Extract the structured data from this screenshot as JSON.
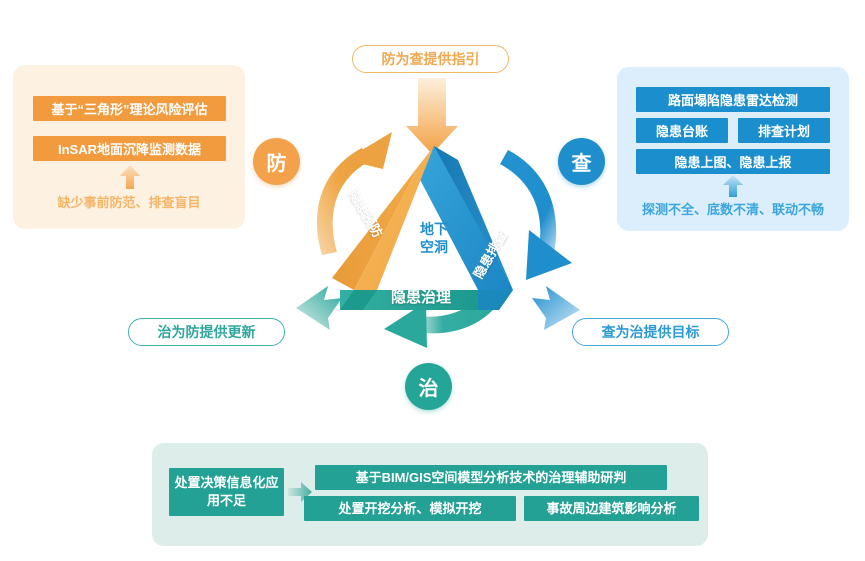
{
  "diagram": {
    "title_center": "地下空洞",
    "triangle": {
      "prevent_side": "隐患预防",
      "inspect_side": "隐患排查",
      "govern_side": "隐患治理",
      "center_line1": "地下",
      "center_line2": "空洞",
      "colors": {
        "prevent": "#f5a83f",
        "inspect": "#1b8ecd",
        "govern": "#23a195"
      }
    },
    "badges": {
      "prevent": "防",
      "inspect": "查",
      "govern": "治"
    },
    "relations": {
      "prevent_to_inspect": "防为查提供指引",
      "govern_to_prevent": "治为防提供更新",
      "inspect_to_govern": "查为治提供目标"
    },
    "panels": {
      "prevent": {
        "items": [
          "基于“三角形”理论风险评估",
          "InSAR地面沉降监测数据"
        ],
        "gap_text": "缺少事前防范、排查盲目",
        "bg": "#fdf1e2",
        "accent": "#f29a3e"
      },
      "inspect": {
        "items_full": [
          "路面塌陷隐患雷达检测",
          "隐患上图、隐患上报"
        ],
        "items_half": [
          "隐患台账",
          "排查计划"
        ],
        "gap_text": "探测不全、底数不清、联动不畅",
        "bg": "#dceefb",
        "accent": "#1b8ecd"
      },
      "govern": {
        "gap_text": "处置决策信息化应用不足",
        "items": [
          "基于BIM/GIS空间模型分析技术的治理辅助研判",
          "处置开挖分析、模拟开挖",
          "事故周边建筑影响分析"
        ],
        "bg": "#ddeeea",
        "accent": "#23a195"
      }
    },
    "icons": {
      "arrow_up_prevent": "arrow-up-icon",
      "arrow_up_inspect": "arrow-up-icon",
      "arrow_right_govern": "arrow-right-icon",
      "arrow_down_top": "arrow-down-icon"
    }
  }
}
